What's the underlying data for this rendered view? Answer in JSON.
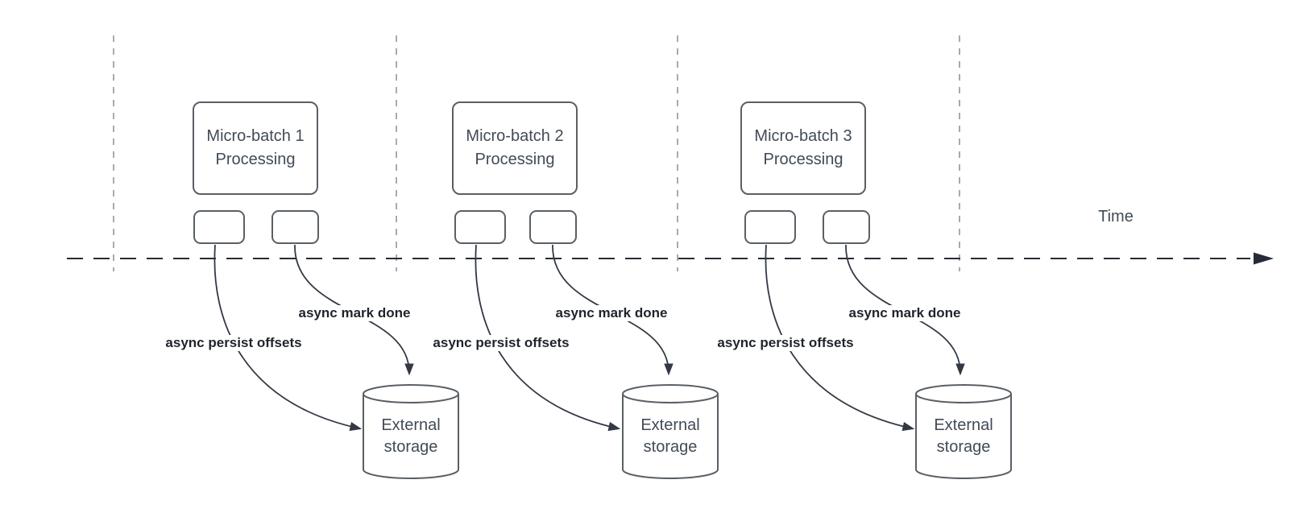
{
  "diagram": {
    "time_label": "Time",
    "colors": {
      "arrow_line": "#323944",
      "timeline": "#262c35",
      "shape_border": "#596066",
      "guide_line": "#a6abb0",
      "shape_text": "#414b57",
      "label_text": "#1f242c",
      "background": "#ffffff"
    },
    "groups": [
      {
        "box_line1": "Micro-batch 1",
        "box_line2": "Processing",
        "persist_label": "async persist offsets",
        "mark_label": "async mark done",
        "storage_line1": "External",
        "storage_line2": "storage"
      },
      {
        "box_line1": "Micro-batch 2",
        "box_line2": "Processing",
        "persist_label": "async persist offsets",
        "mark_label": "async mark done",
        "storage_line1": "External",
        "storage_line2": "storage"
      },
      {
        "box_line1": "Micro-batch 3",
        "box_line2": "Processing",
        "persist_label": "async persist offsets",
        "mark_label": "async mark done",
        "storage_line1": "External",
        "storage_line2": "storage"
      }
    ]
  }
}
